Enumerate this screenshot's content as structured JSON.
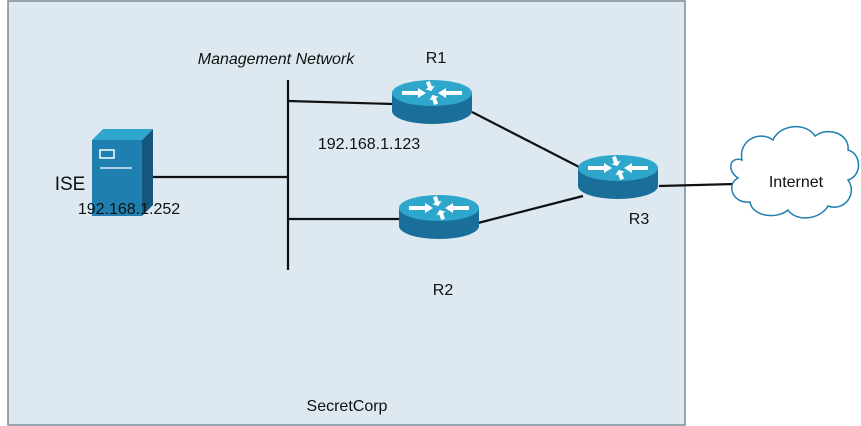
{
  "colors": {
    "zone_fill": "#dde8f0",
    "zone_border": "#7a8a96",
    "line": "#111111",
    "router_top": "#2fa6cc",
    "router_side": "#1a6f9a",
    "server_face": "#1f7fb0",
    "server_side": "#15577c",
    "cloud_fill": "#ffffff",
    "cloud_stroke": "#1f7fb0"
  },
  "zone": {
    "label": "SecretCorp"
  },
  "bus": {
    "label": "Management Network"
  },
  "nodes": {
    "ise": {
      "name": "ISE",
      "ip": "192.168.1.252",
      "icon": "server-icon"
    },
    "r1": {
      "name": "R1",
      "ip": "192.168.1.123",
      "icon": "router-icon"
    },
    "r2": {
      "name": "R2",
      "icon": "router-icon"
    },
    "r3": {
      "name": "R3",
      "icon": "router-icon"
    },
    "internet": {
      "name": "Internet",
      "icon": "cloud-icon"
    }
  }
}
